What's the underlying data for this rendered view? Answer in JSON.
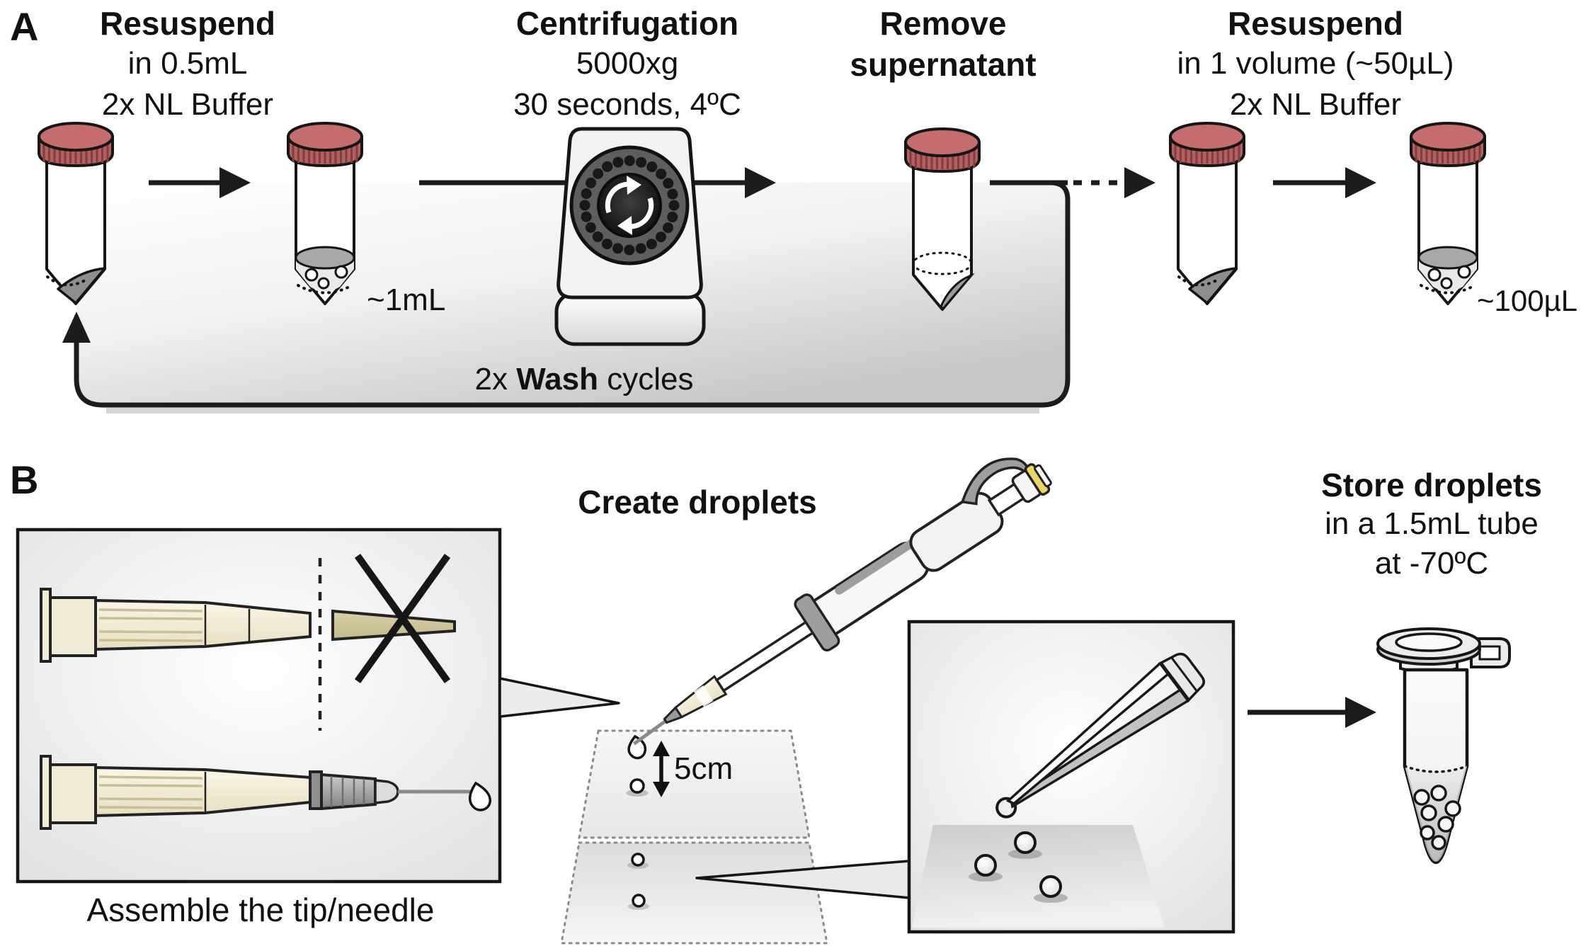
{
  "panel_a": {
    "label": "A",
    "steps": [
      {
        "title": "Resuspend",
        "line2": "in 0.5mL",
        "line3": "2x NL Buffer"
      },
      {
        "title": "Centrifugation",
        "line2": "5000xg",
        "line3": "30 seconds, 4ºC"
      },
      {
        "title": "Remove",
        "line2": "supernatant",
        "line3": ""
      },
      {
        "title": "Resuspend",
        "line2": "in 1 volume (~50µL)",
        "line3": "2x NL Buffer"
      }
    ],
    "volume_after_resuspend": "~1mL",
    "volume_final": "~100µL",
    "loop_prefix": "2x ",
    "loop_bold": "Wash",
    "loop_suffix": " cycles"
  },
  "panel_b": {
    "label": "B",
    "create_droplets_title": "Create droplets",
    "distance_label": "5cm",
    "assemble_caption": "Assemble the tip/needle",
    "store_droplets_title": "Store droplets",
    "store_droplets_line2": "in a 1.5mL tube",
    "store_droplets_line3": "at -70ºC"
  },
  "colors": {
    "cap_red_top": "#c56c6e",
    "cap_red_band": "#b65e60",
    "outline": "#161616",
    "pellet_gray": "#8e8e8e",
    "plunger_yellow": "#e9d66b"
  }
}
